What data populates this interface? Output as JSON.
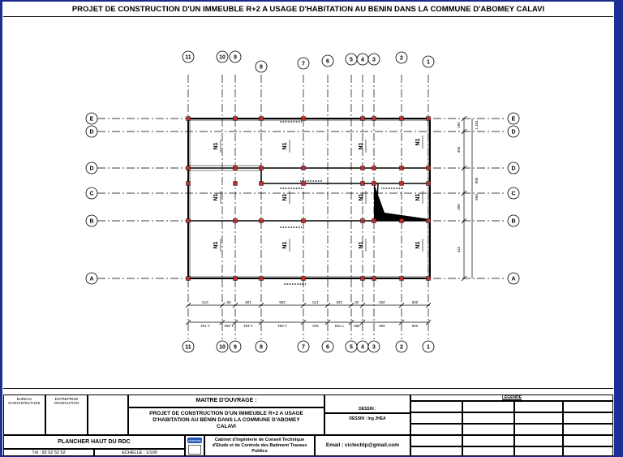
{
  "title": "PROJET DE CONSTRUCTION D'UN IMMEUBLE R+2 A USAGE D'HABITATION AU BENIN DANS LA COMMUNE D'ABOMEY CALAVI",
  "plan": {
    "top_axes": [
      "11",
      "10",
      "9",
      "8",
      "7",
      "6",
      "5",
      "4",
      "3",
      "2",
      "1"
    ],
    "bottom_axes": [
      "11",
      "10",
      "9",
      "8",
      "7",
      "6",
      "5",
      "4",
      "3",
      "2",
      "1"
    ],
    "row_axes": [
      "E",
      "D",
      "D",
      "C",
      "B",
      "A"
    ],
    "slab_labels": [
      "N1",
      "N1",
      "N1",
      "N1",
      "N1",
      "N1",
      "N1",
      "N1",
      "N1",
      "N1",
      "N1",
      "N1"
    ],
    "dims_row1": [
      "270",
      "90",
      "100",
      "265",
      "170",
      "125",
      "40",
      "200",
      "200"
    ],
    "dims_row2": [
      "1.754",
      "1.354",
      "1.404",
      "1.254",
      "910",
      "7.783",
      "399",
      "400",
      "200"
    ],
    "dims_right": [
      "165",
      "1.104",
      "350",
      "900",
      "200",
      "600",
      "415"
    ]
  },
  "cartouche": {
    "bureau_label": "BUREAU D'ARCHITECTURE",
    "entreprise_label": "ENTREPRISE D'EXECUTION",
    "maitre_label": "MAITRE D'OUVRAGE :",
    "dessin_label": "DESSIN :",
    "dessin_value": "DESSIN : Ing JHEA",
    "projet_text": "PROJET DE CONSTRUCTION D'UN IMMEUBLE R+2 A USAGE D'HABITATION AU BENIN DANS LA COMMUNE D'ABOMEY CALAVI",
    "legende_label": "LEGENDE",
    "plancher_label": "PLANCHER HAUT DU RDC",
    "tel_label": "Tél : 92 02 52 52",
    "echelle_label": "ECHELLE : 1/100",
    "cabinet_text": "Cabinet d'Ingénierie de Conseil Technique d'Etude et de Controle des Batiment Travaux Publics",
    "email_label": "Email : cictecbtp@gmail.com",
    "logo_text": "cictecbtp"
  }
}
